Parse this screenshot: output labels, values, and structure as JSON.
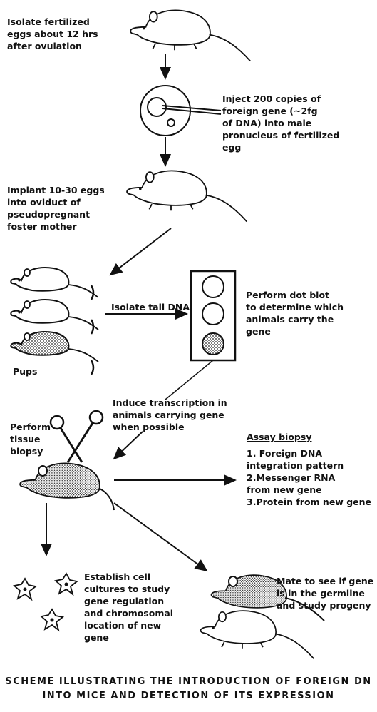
{
  "steps": {
    "isolate_eggs": "Isolate fertilized\neggs about 12 hrs\nafter ovulation",
    "inject": "Inject 200 copies of\nforeign gene (~2fg\nof DNA) into male\npronucleus of fertilized\negg",
    "implant": "Implant 10-30 eggs\ninto oviduct of\npseudopregnant\nfoster mother",
    "isolate_tail": "Isolate tail DNA",
    "dot_blot": "Perform dot blot\nto determine which\nanimals carry the\ngene",
    "pups": "Pups",
    "induce": "Induce transcription in\nanimals carrying gene\nwhen possible",
    "biopsy": "Perform\ntissue\nbiopsy",
    "assay_title": "Assay biopsy",
    "assay_items": [
      "1. Foreign DNA\n    integration pattern",
      "2.Messenger RNA\n    from new gene",
      "3.Protein from new gene"
    ],
    "cell_cultures": "Establish cell\ncultures to study\ngene regulation\nand chromosomal\nlocation of new\ngene",
    "mate": "Mate to see if gene\nis in the germline\nand study progeny"
  },
  "caption": {
    "line1": "SCHEME ILLUSTRATING THE INTRODUCTION OF FOREIGN DN",
    "line2": "INTO MICE AND DETECTION OF ITS EXPRESSION"
  }
}
